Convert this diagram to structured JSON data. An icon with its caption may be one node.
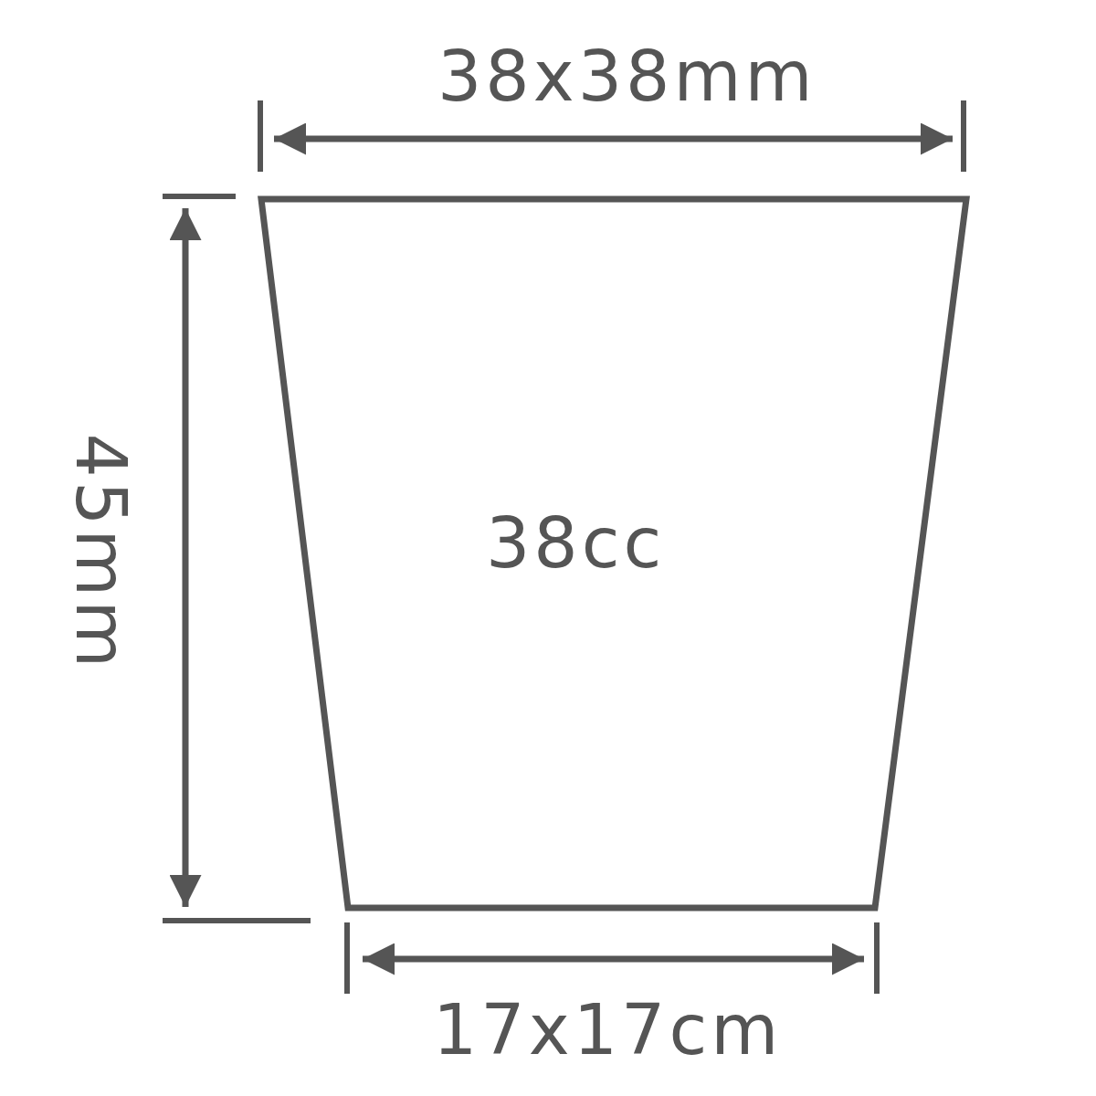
{
  "diagram": {
    "nodes": [
      {
        "text": [
          "38cc"
        ]
      }
    ],
    "edges": [],
    "labels": [
      "38x38mm",
      "45mm",
      "17x17cm"
    ]
  }
}
